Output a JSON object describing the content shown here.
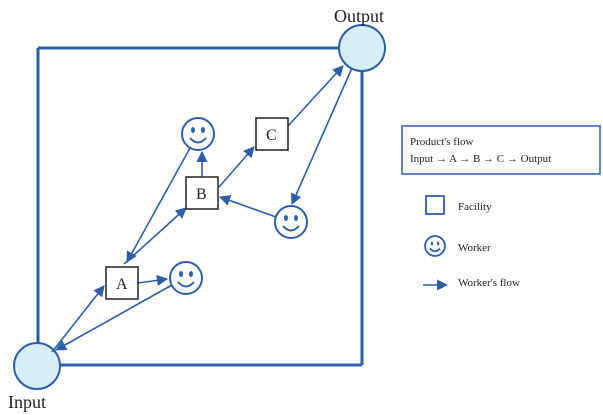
{
  "diagram": {
    "node_labels": {
      "input": "Input",
      "output": "Output",
      "facility_a": "A",
      "facility_b": "B",
      "facility_c": "C"
    },
    "legend": {
      "title_line1": "Product's flow",
      "title_line2": "Input → A → B → C → Output",
      "facility": "Facility",
      "worker": "Worker",
      "workers_flow": "Worker's flow"
    },
    "colors": {
      "line": "#2f5ea8",
      "node_fill": "#d7eef7",
      "face": "#3a6bb5"
    },
    "icons": [
      "facility-square",
      "worker-smiley",
      "flow-arrow"
    ]
  }
}
